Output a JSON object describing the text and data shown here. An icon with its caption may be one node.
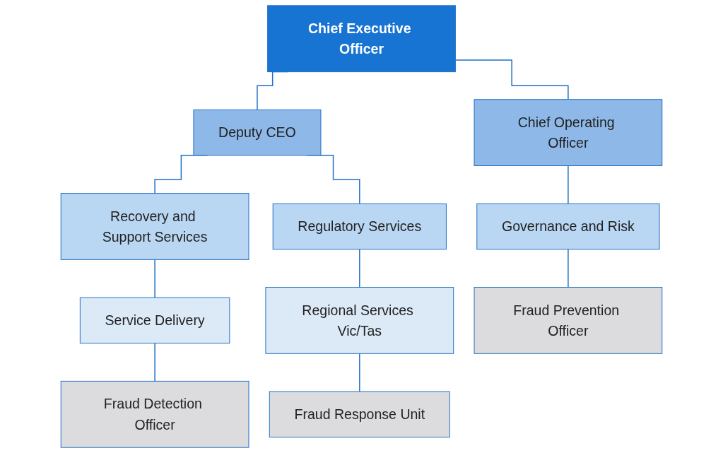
{
  "diagram": {
    "nodes": [
      {
        "text": [
          "Chief Executive Officer"
        ]
      },
      {
        "text": [
          "Deputy CEO"
        ]
      },
      {
        "text": [
          "Chief Operating Officer"
        ]
      },
      {
        "text": [
          "Recovery and Support Services"
        ]
      },
      {
        "text": [
          "Regulatory Services"
        ]
      },
      {
        "text": [
          "Governance and Risk"
        ]
      },
      {
        "text": [
          "Service Delivery"
        ]
      },
      {
        "text": [
          "Regional Services Vic/Tas"
        ]
      },
      {
        "text": [
          "Fraud Detection Officer"
        ]
      },
      {
        "text": [
          "Fraud Response Unit"
        ]
      },
      {
        "text": [
          "Fraud Prevention Officer"
        ]
      }
    ],
    "edges": [
      {
        "from": 0,
        "to": 1,
        "arrow": "none"
      },
      {
        "from": 0,
        "to": 2,
        "arrow": "none"
      },
      {
        "from": 1,
        "to": 3,
        "arrow": "none"
      },
      {
        "from": 1,
        "to": 4,
        "arrow": "none"
      },
      {
        "from": 2,
        "to": 5,
        "arrow": "none"
      },
      {
        "from": 3,
        "to": 6,
        "arrow": "none"
      },
      {
        "from": 4,
        "to": 7,
        "arrow": "none"
      },
      {
        "from": 6,
        "to": 8,
        "arrow": "none"
      },
      {
        "from": 7,
        "to": 9,
        "arrow": "none"
      },
      {
        "from": 5,
        "to": 10,
        "arrow": "none"
      }
    ]
  }
}
